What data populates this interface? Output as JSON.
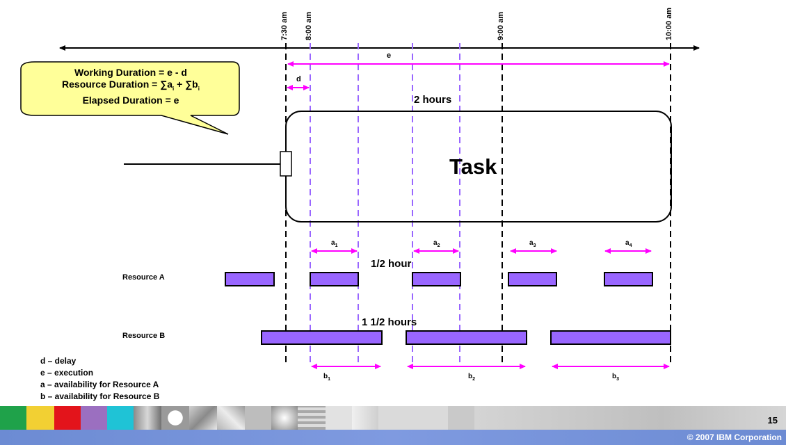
{
  "times": [
    "7:30 am",
    "8:00 am",
    "9:00 am",
    "10:00 am"
  ],
  "callout": {
    "working": "Working Duration = e - d",
    "resource_prefix": "Resource Duration = ∑a",
    "resource_sub1": "i",
    "resource_mid": " + ∑b",
    "resource_sub2": "i",
    "elapsed": "Elapsed Duration = e"
  },
  "labels": {
    "e": "e",
    "d": "d",
    "two_hours": "2 hours",
    "task": "Task",
    "half_hour": "1/2 hour",
    "one_half_hours": "1 1/2 hours",
    "resource_a": "Resource A",
    "resource_b": "Resource B"
  },
  "availability_a": [
    {
      "base": "a",
      "sub": "1"
    },
    {
      "base": "a",
      "sub": "2"
    },
    {
      "base": "a",
      "sub": "3"
    },
    {
      "base": "a",
      "sub": "4"
    }
  ],
  "availability_b": [
    {
      "base": "b",
      "sub": "1"
    },
    {
      "base": "b",
      "sub": "2"
    },
    {
      "base": "b",
      "sub": "3"
    }
  ],
  "legend": [
    "d – delay",
    "e – execution",
    "a – availability for Resource A",
    "b – availability for Resource B"
  ],
  "footer": {
    "page_number": "15",
    "copyright": "© 2007 IBM Corporation"
  },
  "colors": {
    "accent": "#ff00ff",
    "bar_fill": "#9966ff",
    "dashed_purple": "#9966ff",
    "callout_fill": "#ffff99",
    "footer_bar": "#7f9ae0"
  }
}
